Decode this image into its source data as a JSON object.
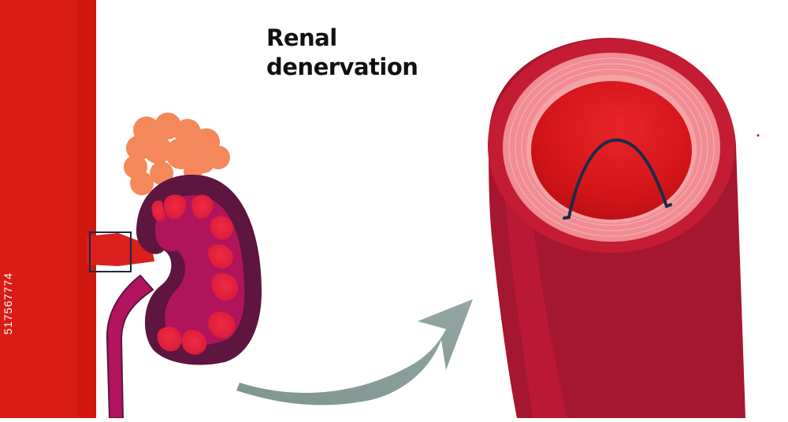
{
  "title_lines": [
    "Renal",
    "denervation"
  ],
  "stock_id": "517567774",
  "colors": {
    "aorta": "#d91d16",
    "renal_artery": "#d9201c",
    "adrenal_gland": "#f5885b",
    "kidney_outer": "#5e1540",
    "kidney_inner": "#b0145c",
    "renal_pyramid": "#ec2a44",
    "vessel_outer": "#9e1530",
    "vessel_wall": "#f29a9c",
    "lumen": "#d9191d",
    "catheter": "#1e2a4a",
    "arrow": "#8a9e9a",
    "highlight_box": "#1c2745"
  }
}
